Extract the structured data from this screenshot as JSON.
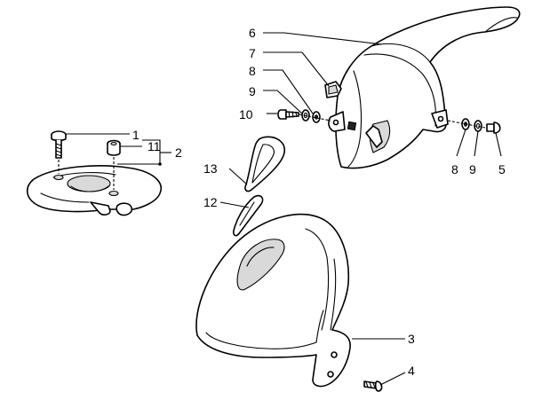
{
  "callouts": {
    "n1": "1",
    "n2": "2",
    "n3": "3",
    "n4": "4",
    "n5": "5",
    "n6": "6",
    "n7": "7",
    "n8a": "8",
    "n8b": "8",
    "n9a": "9",
    "n9b": "9",
    "n10": "10",
    "n11": "11",
    "n12": "12",
    "n13": "13"
  },
  "colors": {
    "line": "#000000",
    "background": "#ffffff",
    "shade": "#d9d9d9"
  }
}
